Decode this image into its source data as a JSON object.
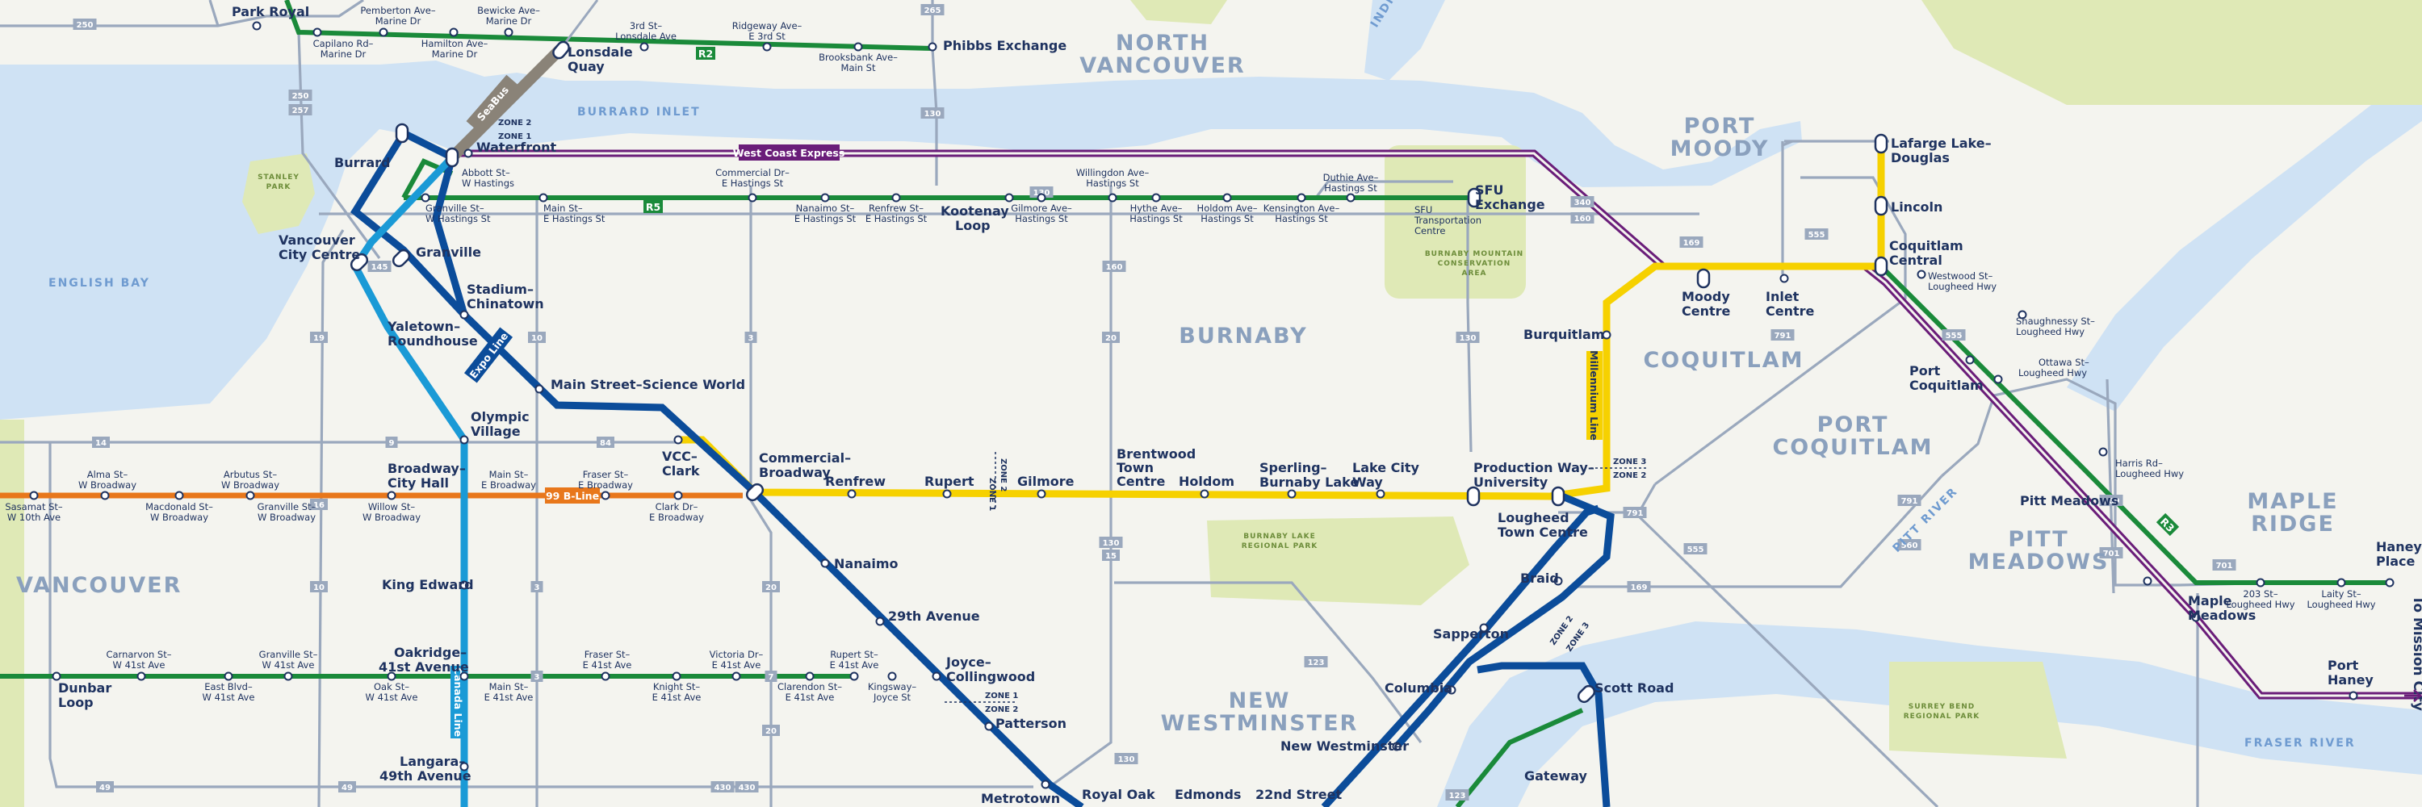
{
  "areas": {
    "north_vancouver": [
      "NORTH",
      "VANCOUVER"
    ],
    "port_moody": [
      "PORT",
      "MOODY"
    ],
    "burnaby": "BURNABY",
    "coquitlam": "COQUITLAM",
    "port_coquitlam": [
      "PORT",
      "COQUITLAM"
    ],
    "maple_ridge": [
      "MAPLE",
      "RIDGE"
    ],
    "pitt_meadows": [
      "PITT",
      "MEADOWS"
    ],
    "vancouver": "VANCOUVER",
    "new_westminster": [
      "NEW",
      "WESTMINSTER"
    ]
  },
  "waters": {
    "burrard_inlet": "BURRARD INLET",
    "english_bay": "ENGLISH BAY",
    "indian": "INDIAN",
    "pitt_river": "PITT RIVER",
    "fraser_river": "FRASER RIVER"
  },
  "parks": {
    "stanley": [
      "STANLEY",
      "PARK"
    ],
    "burnaby_mountain": [
      "BURNABY MOUNTAIN",
      "CONSERVATION",
      "AREA"
    ],
    "burnaby_lake": [
      "BURNABY LAKE",
      "REGIONAL PARK"
    ],
    "surrey_bend": [
      "SURREY BEND",
      "REGIONAL PARK"
    ]
  },
  "line_labels": {
    "seabus": "SeaBus",
    "expo": "Expo Line",
    "millennium": "Millennium Line",
    "canada": "Canada Line",
    "west_coast_express": "West Coast Express",
    "b99": "99 B-Line",
    "r2": "R2",
    "r5": "R5",
    "r3": "R3"
  },
  "zones": {
    "zone1": "ZONE 1",
    "zone2": "ZONE 2",
    "zone3": "ZONE 3"
  },
  "road_sign": "To Mission City",
  "bus_routes": [
    "250",
    "265",
    "250",
    "257",
    "130",
    "130",
    "160",
    "19",
    "10",
    "3",
    "20",
    "130",
    "145",
    "14",
    "9",
    "84",
    "16",
    "10",
    "3",
    "20",
    "123",
    "130",
    "15",
    "3",
    "130",
    "20",
    "7",
    "49",
    "49",
    "430",
    "430",
    "160",
    "169",
    "555",
    "791",
    "791",
    "555",
    "169",
    "791",
    "701",
    "701",
    "123",
    "340",
    "555",
    "560",
    "160"
  ],
  "stations": {
    "park_royal": "Park Royal",
    "lonsdale_quay": [
      "Lonsdale",
      "Quay"
    ],
    "phibbs_exchange": "Phibbs Exchange",
    "waterfront": "Waterfront",
    "burrard": "Burrard",
    "vancouver_city_centre": [
      "Vancouver",
      "City Centre"
    ],
    "granville": "Granville",
    "stadium_chinatown": [
      "Stadium–",
      "Chinatown"
    ],
    "yaletown": [
      "Yaletown–",
      "Roundhouse"
    ],
    "main_street": "Main Street–Science World",
    "olympic_village": [
      "Olympic",
      "Village"
    ],
    "broadway_city_hall": [
      "Broadway–",
      "City Hall"
    ],
    "vcc_clark": [
      "VCC–",
      "Clark"
    ],
    "commercial_broadway": [
      "Commercial–",
      "Broadway"
    ],
    "renfrew": "Renfrew",
    "rupert": "Rupert",
    "gilmore": "Gilmore",
    "brentwood": [
      "Brentwood",
      "Town",
      "Centre"
    ],
    "holdom": "Holdom",
    "sperling": [
      "Sperling–",
      "Burnaby Lake"
    ],
    "lake_city": [
      "Lake City",
      "Way"
    ],
    "production_way": [
      "Production Way–",
      "University"
    ],
    "lougheed": [
      "Lougheed",
      "Town Centre"
    ],
    "burquitlam": "Burquitlam",
    "moody_centre": [
      "Moody",
      "Centre"
    ],
    "inlet_centre": [
      "Inlet",
      "Centre"
    ],
    "coquitlam_central": [
      "Coquitlam",
      "Central"
    ],
    "lincoln": "Lincoln",
    "lafarge": [
      "Lafarge Lake–",
      "Douglas"
    ],
    "port_coquitlam": [
      "Port",
      "Coquitlam"
    ],
    "pitt_meadows": "Pitt Meadows",
    "maple_meadows": [
      "Maple",
      "Meadows"
    ],
    "port_haney": [
      "Port",
      "Haney"
    ],
    "haney_place": [
      "Haney",
      "Place"
    ],
    "kootenay_loop": [
      "Kootenay",
      "Loop"
    ],
    "sfu_exchange": [
      "SFU",
      "Exchange"
    ],
    "nanaimo": "Nanaimo",
    "29th_avenue": "29th Avenue",
    "joyce_collingwood": [
      "Joyce–",
      "Collingwood"
    ],
    "patterson": "Patterson",
    "metrotown": "Metrotown",
    "royal_oak": "Royal Oak",
    "edmonds": "Edmonds",
    "22nd_street": "22nd Street",
    "new_westminster": "New Westminster",
    "columbia": "Columbia",
    "sapperton": "Sapperton",
    "braid": "Braid",
    "scott_road": "Scott Road",
    "gateway": "Gateway",
    "king_edward": "King Edward",
    "oakridge": [
      "Oakridge–",
      "41st Avenue"
    ],
    "langara": [
      "Langara–",
      "49th Avenue"
    ],
    "dunbar_loop": [
      "Dunbar",
      "Loop"
    ]
  },
  "stops": {
    "capilano": [
      "Capilano Rd–",
      "Marine Dr"
    ],
    "pemberton": [
      "Pemberton Ave–",
      "Marine Dr"
    ],
    "hamilton": [
      "Hamilton Ave–",
      "Marine Dr"
    ],
    "bewicke": [
      "Bewicke Ave–",
      "Marine Dr"
    ],
    "3rd_lonsdale": [
      "3rd St–",
      "Lonsdale Ave"
    ],
    "ridgeway": [
      "Ridgeway Ave–",
      "E 3rd St"
    ],
    "brooksbank": [
      "Brooksbank Ave–",
      "Main St"
    ],
    "abbott": [
      "Abbott St–",
      "W Hastings"
    ],
    "granville_hastings": [
      "Granville St–",
      "W Hastings St"
    ],
    "main_hastings": [
      "Main St–",
      "E Hastings St"
    ],
    "commercial_hastings": [
      "Commercial Dr–",
      "E Hastings St"
    ],
    "nanaimo_hastings": [
      "Nanaimo St–",
      "E Hastings St"
    ],
    "renfrew_hastings": [
      "Renfrew St–",
      "E Hastings St"
    ],
    "gilmore_hastings": [
      "Gilmore Ave–",
      "Hastings St"
    ],
    "willingdon": [
      "Willingdon Ave–",
      "Hastings St"
    ],
    "hythe": [
      "Hythe Ave–",
      "Hastings St"
    ],
    "holdom_hastings": [
      "Holdom Ave–",
      "Hastings St"
    ],
    "kensington": [
      "Kensington Ave–",
      "Hastings St"
    ],
    "duthie": [
      "Duthie Ave–",
      "Hastings St"
    ],
    "sfu_transport": [
      "SFU",
      "Transportation",
      "Centre"
    ],
    "westwood": [
      "Westwood St–",
      "Lougheed Hwy"
    ],
    "shaughnessy": [
      "Shaughnessy St–",
      "Lougheed Hwy"
    ],
    "ottawa": [
      "Ottawa St–",
      "Lougheed Hwy"
    ],
    "harris": [
      "Harris Rd–",
      "Lougheed Hwy"
    ],
    "203rd": [
      "203 St–",
      "Lougheed Hwy"
    ],
    "laity": [
      "Laity St–",
      "Lougheed Hwy"
    ],
    "sasamat": [
      "Sasamat St–",
      "W 10th Ave"
    ],
    "alma": [
      "Alma St–",
      "W Broadway"
    ],
    "macdonald": [
      "Macdonald St–",
      "W Broadway"
    ],
    "arbutus": [
      "Arbutus St–",
      "W Broadway"
    ],
    "granville_broadway": [
      "Granville St–",
      "W Broadway"
    ],
    "willow": [
      "Willow St–",
      "W Broadway"
    ],
    "main_broadway": [
      "Main St–",
      "E Broadway"
    ],
    "fraser_broadway": [
      "Fraser St–",
      "E Broadway"
    ],
    "clark": [
      "Clark Dr–",
      "E Broadway"
    ],
    "carnarvon": [
      "Carnarvon St–",
      "W 41st Ave"
    ],
    "east_blvd": [
      "East Blvd–",
      "W 41st Ave"
    ],
    "granville_41st": [
      "Granville St–",
      "W 41st Ave"
    ],
    "oak_41st": [
      "Oak St–",
      "W 41st Ave"
    ],
    "main_41st": [
      "Main St–",
      "E 41st Ave"
    ],
    "fraser_41st": [
      "Fraser St–",
      "E 41st Ave"
    ],
    "knight_41st": [
      "Knight St–",
      "E 41st Ave"
    ],
    "victoria_41st": [
      "Victoria Dr–",
      "E 41st Ave"
    ],
    "clarendon": [
      "Clarendon St–",
      "E 41st Ave"
    ],
    "rupert_41st": [
      "Rupert St–",
      "E 41st Ave"
    ],
    "kingsway": [
      "Kingsway–",
      "Joyce St"
    ]
  },
  "colors": {
    "background": "#f4f4ef",
    "water": "#cfe2f4",
    "park": "#dfe9b6",
    "expo": "#0b4c9a",
    "expo_light": "#1f82c3",
    "millennium": "#f6d100",
    "canada": "#1a9ad6",
    "wce": "#6a1d79",
    "rapidbus": "#1a8a3a",
    "b_line": "#e8771b",
    "seabus": "#8a8378",
    "bus": "#9aa8bd",
    "text": "#1f3360"
  }
}
